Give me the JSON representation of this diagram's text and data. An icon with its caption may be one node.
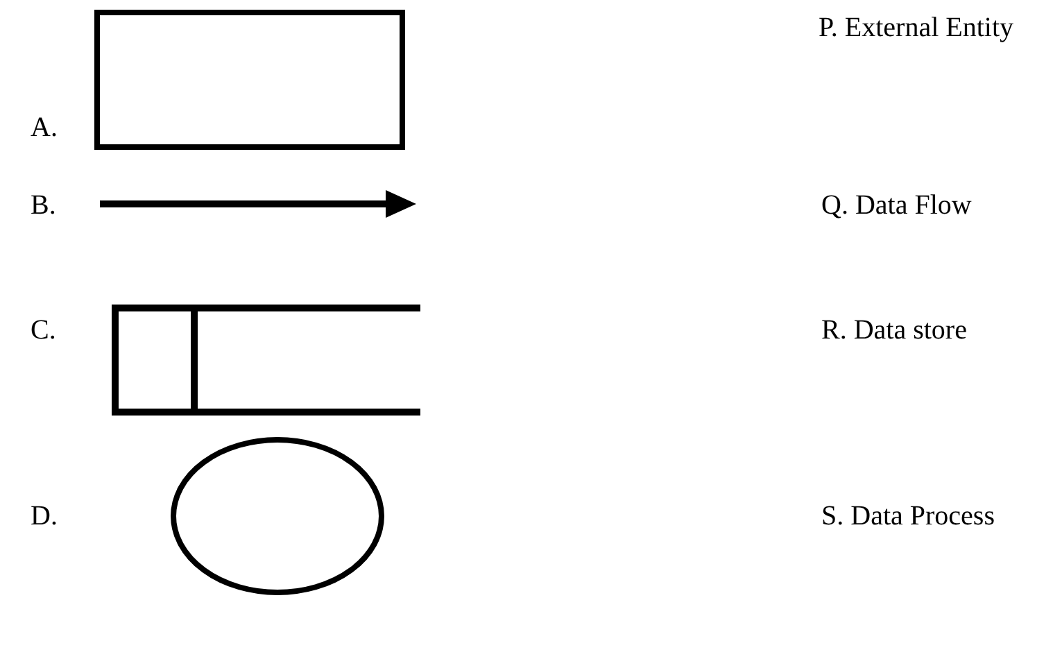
{
  "diagram": {
    "nodes": [
      {
        "text": [],
        "shape": "box"
      },
      {
        "text": [],
        "shape": "store"
      },
      {
        "text": [],
        "shape": "ellipse"
      }
    ],
    "labels": [
      "P. External Entity",
      "A.",
      "B.",
      "Q. Data Flow",
      "C.",
      "R. Data store",
      "D.",
      "S. Data Process"
    ]
  }
}
